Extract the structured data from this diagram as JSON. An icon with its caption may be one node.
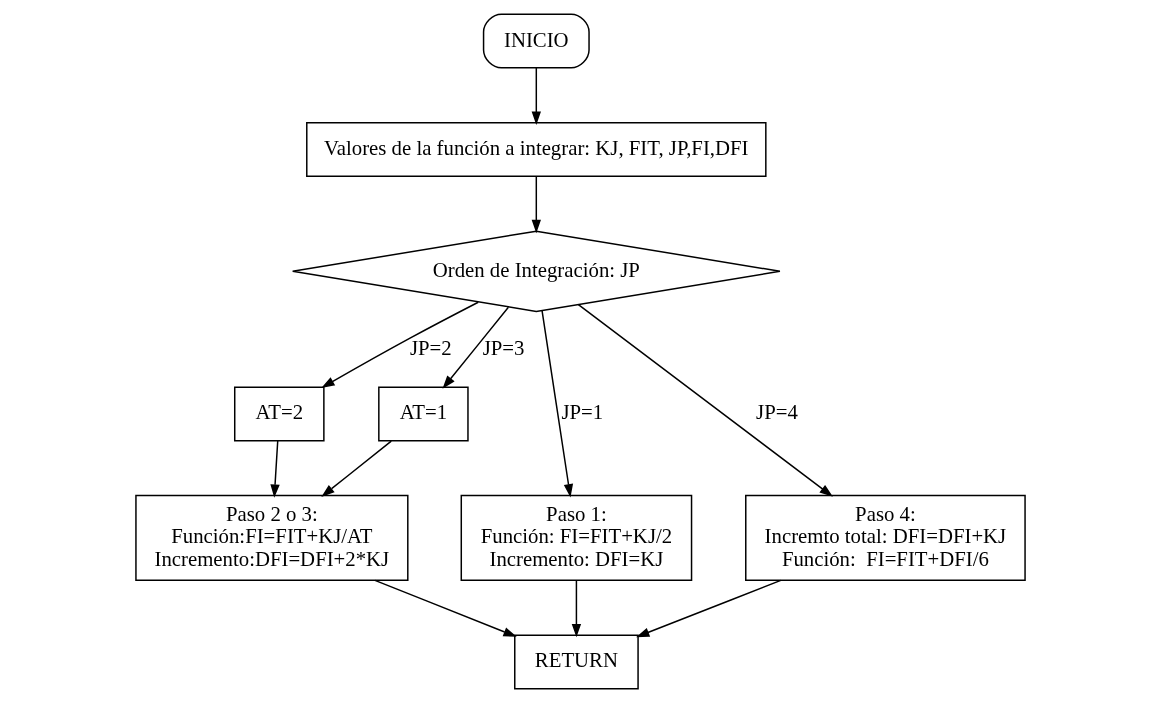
{
  "diagram": {
    "nodes": [
      {
        "text": [
          "INICIO"
        ]
      },
      {
        "text": [
          "Valores de la función a integrar: KJ, FIT, JP,FI,DFI"
        ]
      },
      {
        "text": [
          "Orden de Integración: JP"
        ]
      },
      {
        "text": [
          "AT=2"
        ]
      },
      {
        "text": [
          "AT=1"
        ]
      },
      {
        "text": [
          "Paso 1:",
          "Función: FI=FIT+KJ/2",
          "Incremento: DFI=KJ"
        ]
      },
      {
        "text": [
          "Paso 2 o 3:",
          "Función:FI=FIT+KJ/AT",
          "Incremento:DFI=DFI+2*KJ"
        ]
      },
      {
        "text": [
          "Paso 4:",
          "Incremto total: DFI=DFI+KJ",
          "Función:  FI=FIT+DFI/6"
        ]
      },
      {
        "text": [
          "RETURN"
        ]
      }
    ],
    "edges": [
      {
        "from": 0,
        "to": 1,
        "arrow": "to"
      },
      {
        "from": 1,
        "to": 2,
        "arrow": "to"
      },
      {
        "from": 2,
        "to": 5,
        "arrow": "to",
        "label": "JP=1"
      },
      {
        "from": 2,
        "to": 3,
        "arrow": "to",
        "label": "JP=2"
      },
      {
        "from": 2,
        "to": 4,
        "arrow": "to",
        "label": "JP=3"
      },
      {
        "from": 2,
        "to": 7,
        "arrow": "to",
        "label": "JP=4"
      },
      {
        "from": 3,
        "to": 6,
        "arrow": "to"
      },
      {
        "from": 4,
        "to": 6,
        "arrow": "to"
      },
      {
        "from": 5,
        "to": 8,
        "arrow": "to"
      },
      {
        "from": 6,
        "to": 8,
        "arrow": "to"
      },
      {
        "from": 7,
        "to": 8,
        "arrow": "to"
      }
    ]
  }
}
